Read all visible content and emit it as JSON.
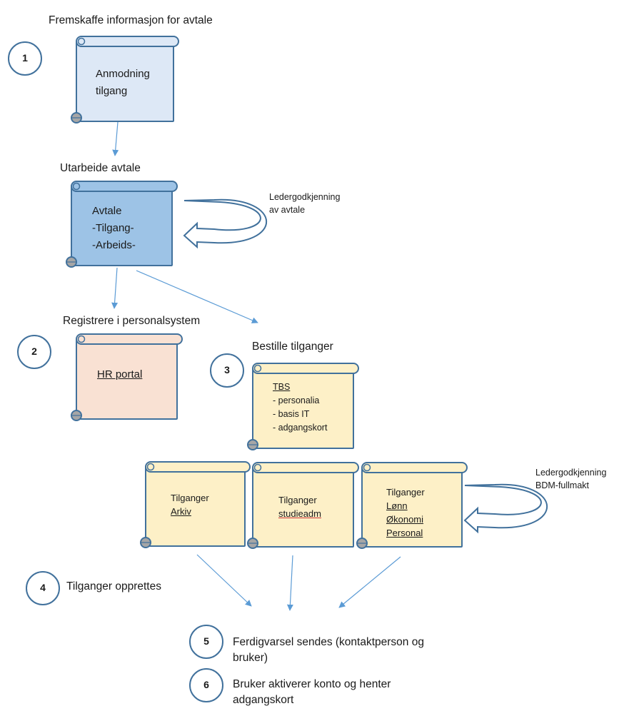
{
  "steps": [
    {
      "number": "1",
      "title": "Fremskaffe informasjon for avtale"
    },
    {
      "number": "2",
      "title": "Registrere i personalsystem"
    },
    {
      "number": "3",
      "title": "Bestille tilganger"
    },
    {
      "number": "4",
      "title": "Tilganger opprettes"
    },
    {
      "number": "5",
      "title": "Ferdigvarsel sendes (kontaktperson og bruker)",
      "lines": [
        "Ferdigvarsel sendes (kontaktperson og",
        "bruker)"
      ]
    },
    {
      "number": "6",
      "title": "Bruker aktiverer konto og henter adgangskort",
      "lines": [
        "Bruker aktiverer konto og henter",
        "adgangskort"
      ]
    }
  ],
  "stage_labels": {
    "avtale": "Utarbeide avtale"
  },
  "documents": {
    "anmodning": {
      "lines": [
        "Anmodning",
        "tilgang"
      ],
      "fill": "#dde8f6"
    },
    "avtale": {
      "lines": [
        "Avtale",
        "-Tilgang-",
        "-Arbeids-"
      ],
      "fill": "#9dc3e6"
    },
    "hr_portal": {
      "label": "HR portal",
      "fill": "#f9e1d3"
    },
    "tbs": {
      "title": "TBS",
      "items": [
        "- personalia",
        "- basis IT",
        "- adgangskort"
      ],
      "fill": "#fdf0c7"
    },
    "arkiv": {
      "lines": [
        "Tilganger",
        "Arkiv"
      ],
      "fill": "#fdf0c7"
    },
    "studieadm": {
      "lines": [
        "Tilganger",
        "studieadm"
      ],
      "fill": "#fdf0c7"
    },
    "lonn": {
      "lines": [
        "Tilganger",
        "Lønn",
        "Økonomi",
        "Personal"
      ],
      "fill": "#fdf0c7"
    }
  },
  "approvals": [
    {
      "lines": [
        "Ledergodkjenning",
        "av avtale"
      ]
    },
    {
      "lines": [
        "Ledergodkjenning",
        "BDM-fullmakt"
      ]
    }
  ],
  "colors": {
    "border": "#41719c",
    "arrow": "#5b9bd5",
    "circle": "#41719c"
  }
}
